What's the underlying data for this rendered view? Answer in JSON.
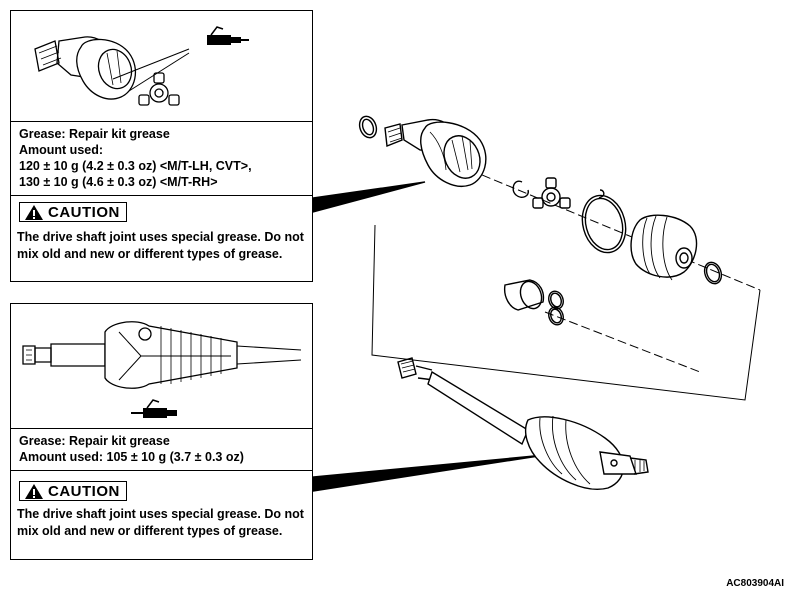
{
  "top_callout": {
    "grease_line": "Grease: Repair kit grease",
    "amount_label": "Amount used:",
    "amount_line_1": "120 ± 10 g (4.2 ± 0.3 oz) <M/T-LH, CVT>,",
    "amount_line_2": "130 ± 10 g (4.6 ± 0.3 oz) <M/T-RH>",
    "caution_label": "CAUTION",
    "caution_text": "The drive shaft joint uses special grease. Do not mix old and new or different types of grease."
  },
  "bottom_callout": {
    "grease_line": "Grease: Repair kit grease",
    "amount_line": "Amount used:  105 ± 10 g (3.7 ± 0.3 oz)",
    "caution_label": "CAUTION",
    "caution_text": "The drive shaft joint uses special grease. Do not mix old and new or different types of grease."
  },
  "reference_code": "AC803904AI",
  "icons": {
    "warning": "warning-triangle-icon",
    "grease": "grease-gun-icon"
  }
}
